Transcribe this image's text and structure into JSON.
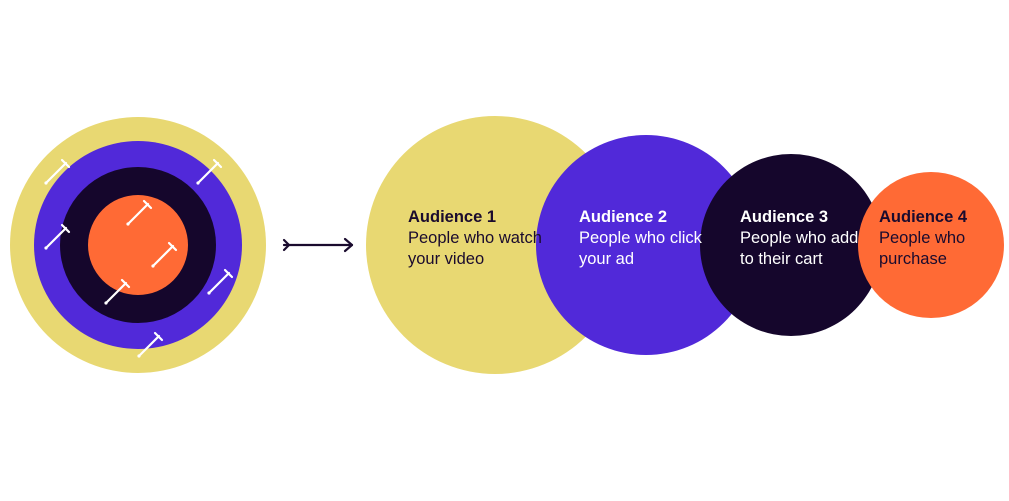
{
  "colors": {
    "yellow": "#E8D872",
    "purple": "#5129D9",
    "dark": "#15062C",
    "orange": "#FF6A35",
    "white": "#FFFFFF"
  },
  "icons": {
    "target": "target-icon",
    "arrows": "arrow-icon",
    "connector": "right-arrow-icon"
  },
  "audiences": [
    {
      "title": "Audience 1",
      "description": "People who watch your video"
    },
    {
      "title": "Audience 2",
      "description": "People who click your ad"
    },
    {
      "title": "Audience 3",
      "description": "People who add to their cart"
    },
    {
      "title": "Audience 4",
      "description": "People who purchase"
    }
  ]
}
